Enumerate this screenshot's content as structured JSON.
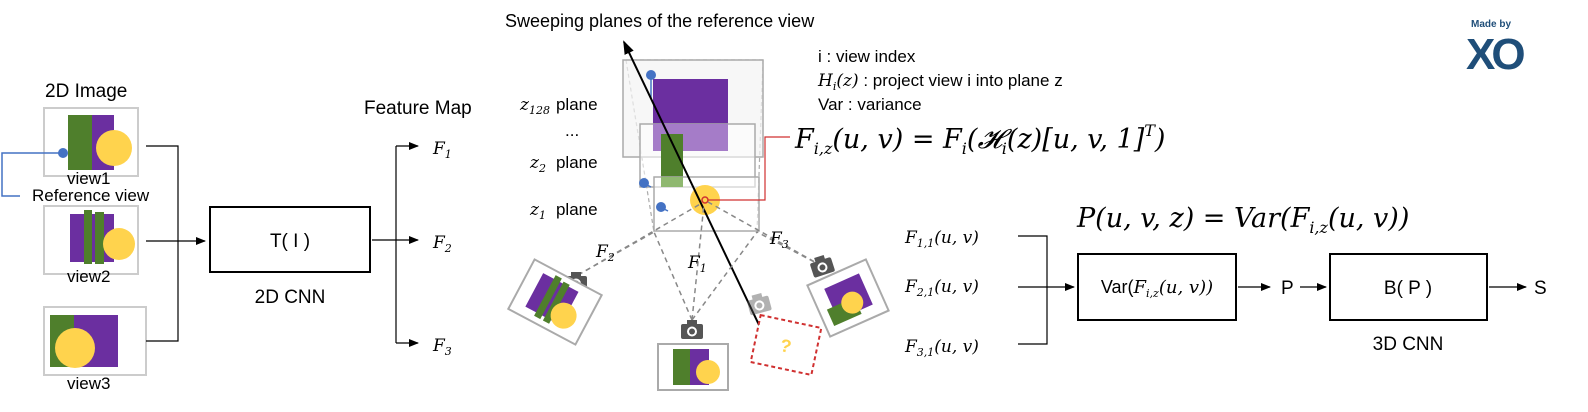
{
  "title": "Sweeping planes of the reference view",
  "legend": {
    "i": "i : view index",
    "h_sym": "H",
    "h_sub": "i",
    "h_arg": "(z)",
    "h_desc": " : project view i into plane z",
    "var": "Var : variance"
  },
  "logo": {
    "top": "Made by",
    "main": "XO"
  },
  "images": {
    "heading": "2D Image",
    "view1": "view1",
    "view2": "view2",
    "view3": "view3",
    "reference": "Reference view"
  },
  "cnn2d": {
    "box": "T( I )",
    "caption": "2D CNN"
  },
  "feature_map": {
    "heading": "Feature Map",
    "f1": "F",
    "f1_sub": "1",
    "f2": "F",
    "f2_sub": "2",
    "f3": "F",
    "f3_sub": "3"
  },
  "planes": {
    "z128": "z",
    "z128_sub": "128",
    "z128_label": "plane",
    "dots": "...",
    "z2": "z",
    "z2_sub": "2",
    "z2_label": "plane",
    "z1": "z",
    "z1_sub": "1",
    "z1_label": "plane"
  },
  "rays": {
    "f1": "F",
    "f1_sub": "1",
    "f2": "F",
    "f2_sub": "2",
    "f3": "F",
    "f3_sub": "3"
  },
  "unknown_mark": "?",
  "equations": {
    "warp": "F",
    "warp_sub": "i,z",
    "warp_rhs": "(u, v) = F",
    "warp_rhs_sub": "i",
    "warp_rhs2": "(𝓗",
    "warp_rhs2_sub": "i",
    "warp_rhs3": "(z)[u, v, 1]",
    "warp_sup": "T",
    "warp_end": ")",
    "prob": "P(u, v, z) = Var(F",
    "prob_sub": "i,z",
    "prob_end": "(u, v))"
  },
  "inputs": {
    "a": "F",
    "a_sub": "1,1",
    "a_arg": "(u, v)",
    "b": "F",
    "b_sub": "2,1",
    "b_arg": "(u, v)",
    "c": "F",
    "c_sub": "3,1",
    "c_arg": "(u, v)"
  },
  "var_box": {
    "pre": "Var(",
    "f": "F",
    "sub": "i,z",
    "post": "(u, v))"
  },
  "p_label": "P",
  "cnn3d": {
    "box": "B( P )",
    "caption": "3D CNN"
  },
  "s_label": "S",
  "colors": {
    "purple": "#6b2fa0",
    "purple_light": "#a57cc8",
    "green": "#4f7f2c",
    "yellow": "#ffd34d",
    "blue_dot": "#4472c4",
    "red": "#d03030",
    "logo_blue": "#1f4e79"
  }
}
